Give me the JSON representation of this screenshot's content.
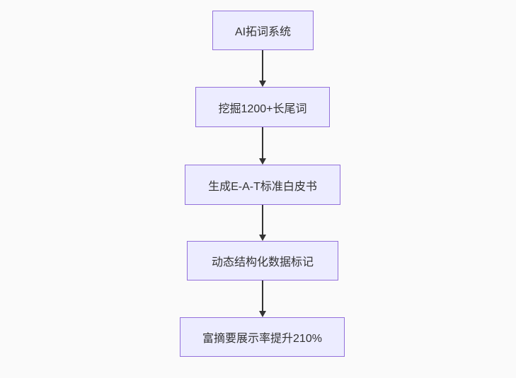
{
  "diagram": {
    "type": "flowchart",
    "direction": "top-down",
    "nodes": [
      {
        "id": "A",
        "label": "AI拓词系统"
      },
      {
        "id": "B",
        "label": "挖掘1200+长尾词"
      },
      {
        "id": "C",
        "label": "生成E-A-T标准白皮书"
      },
      {
        "id": "D",
        "label": "动态结构化数据标记"
      },
      {
        "id": "E",
        "label": "富摘要展示率提升210%"
      }
    ],
    "edges": [
      {
        "from": "A",
        "to": "B",
        "style": "arrow-down"
      },
      {
        "from": "B",
        "to": "C",
        "style": "arrow-down"
      },
      {
        "from": "C",
        "to": "D",
        "style": "arrow-down"
      },
      {
        "from": "D",
        "to": "E",
        "style": "arrow-down"
      }
    ],
    "colors": {
      "node_fill": "#ececff",
      "node_border": "#9370db",
      "node_text": "#333333",
      "arrow": "#333333",
      "background": "#fafafa"
    }
  }
}
